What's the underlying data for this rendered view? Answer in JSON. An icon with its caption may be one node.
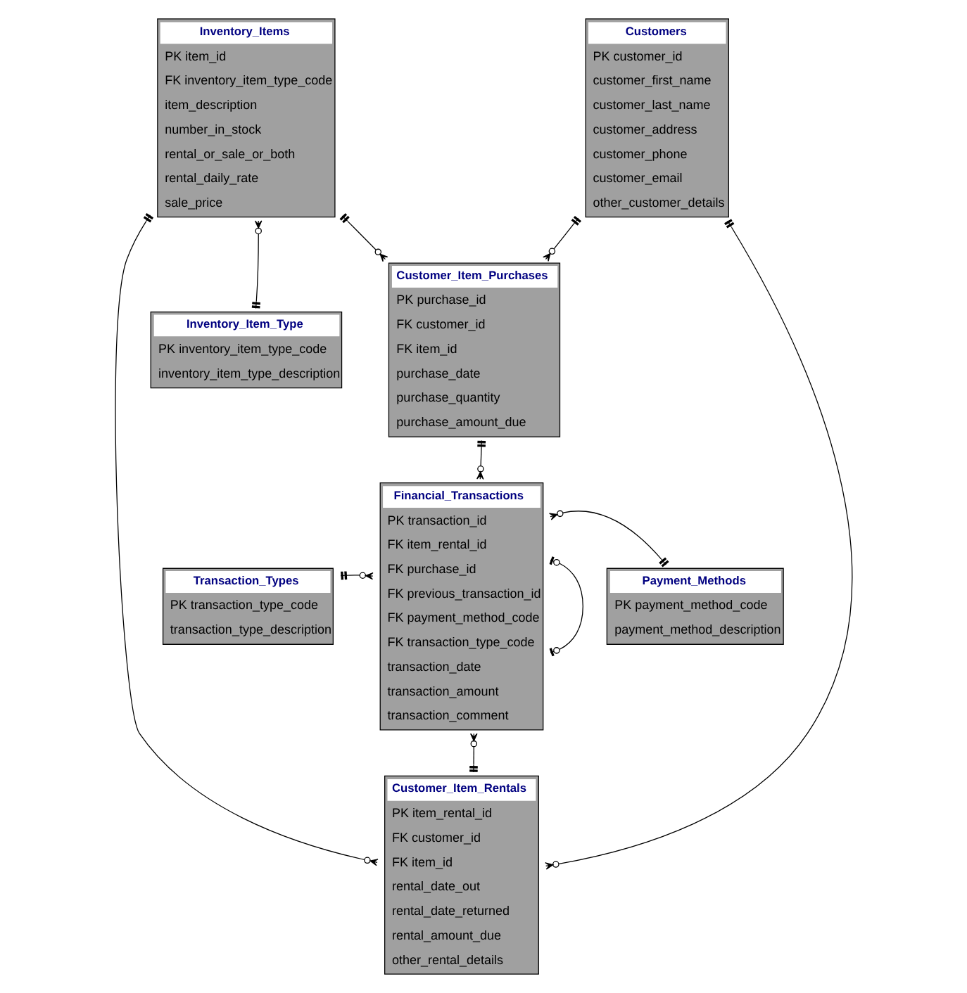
{
  "diagram": {
    "nodes": [
      {
        "text": [
          "Inventory_Items",
          "PK item_id",
          "FK inventory_item_type_code",
          "item_description",
          "number_in_stock",
          "rental_or_sale_or_both",
          "rental_daily_rate",
          "sale_price"
        ]
      },
      {
        "text": [
          "Customers",
          "PK customer_id",
          "customer_first_name",
          "customer_last_name",
          "customer_address",
          "customer_phone",
          "customer_email",
          "other_customer_details"
        ]
      },
      {
        "text": [
          "Customer_Item_Purchases",
          "PK purchase_id",
          "FK customer_id",
          "FK item_id",
          "purchase_date",
          "purchase_quantity",
          "purchase_amount_due"
        ]
      },
      {
        "text": [
          "Inventory_Item_Type",
          "PK inventory_item_type_code",
          "inventory_item_type_description"
        ]
      },
      {
        "text": [
          "Transaction_Types",
          "PK transaction_type_code",
          "transaction_type_description"
        ]
      },
      {
        "text": [
          "Financial_Transactions",
          "PK transaction_id",
          "FK item_rental_id",
          "FK purchase_id",
          "FK previous_transaction_id",
          "FK payment_method_code",
          "FK transaction_type_code",
          "transaction_date",
          "transaction_amount",
          "transaction_comment"
        ]
      },
      {
        "text": [
          "Payment_Methods",
          "PK payment_method_code",
          "payment_method_description"
        ]
      },
      {
        "text": [
          "Customer_Item_Rentals",
          "PK item_rental_id",
          "FK customer_id",
          "FK item_id",
          "rental_date_out",
          "rental_date_returned",
          "rental_amount_due",
          "other_rental_details"
        ]
      }
    ],
    "edges": [
      {
        "from": 0,
        "to": 2,
        "arrow": "other"
      },
      {
        "from": 1,
        "to": 2,
        "arrow": "other"
      },
      {
        "from": 3,
        "to": 0,
        "arrow": "other"
      },
      {
        "from": 2,
        "to": 5,
        "arrow": "other"
      },
      {
        "from": 5,
        "to": 5,
        "arrow": "other"
      },
      {
        "from": 4,
        "to": 5,
        "arrow": "other"
      },
      {
        "from": 6,
        "to": 5,
        "arrow": "other"
      },
      {
        "from": 7,
        "to": 5,
        "arrow": "other"
      },
      {
        "from": 0,
        "to": 7,
        "arrow": "other"
      },
      {
        "from": 1,
        "to": 7,
        "arrow": "other"
      }
    ]
  }
}
